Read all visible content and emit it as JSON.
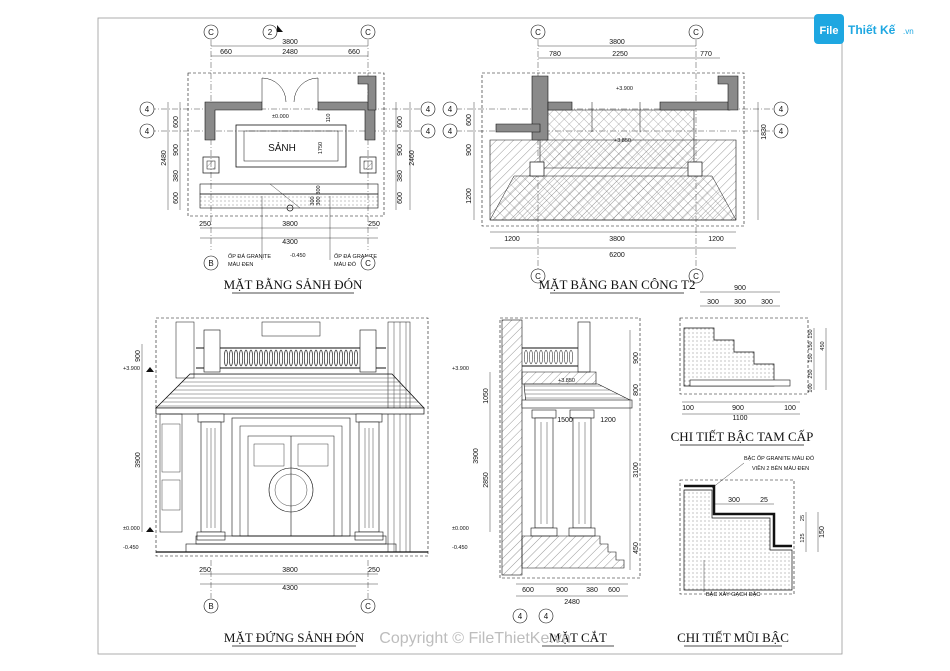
{
  "watermark": {
    "brand_a": "File",
    "brand_b": "Thiết Kế",
    "brand_c": ".vn",
    "copyright": "Copyright © FileThietKe.vn"
  },
  "colors": {
    "wall": "#8a8a8a",
    "line": "#111111",
    "accent": "#1ea7e1",
    "hatch": "#555555"
  },
  "titles": {
    "plan_lobby": "MẶT BẰNG SẢNH ĐÓN",
    "plan_balcony": "MẶT BẰNG BAN CÔNG T2",
    "elev_lobby": "MẶT ĐỨNG SẢNH ĐÓN",
    "section": "MẶT CẮT",
    "step_detail": "CHI TIẾT BẬC TAM CẤP",
    "nosing_detail": "CHI TIẾT MŨI BẬC"
  },
  "grid": {
    "c": "C",
    "two": "2",
    "four": "4",
    "b": "B"
  },
  "plan1": {
    "room": "SẢNH",
    "top": [
      "3800",
      "660",
      "2480",
      "660"
    ],
    "left": [
      "600",
      "900",
      "2480",
      "380",
      "600"
    ],
    "right": [
      "600",
      "900",
      "2460",
      "380",
      "600"
    ],
    "bottom": [
      "250",
      "3800",
      "250",
      "4300"
    ],
    "inner": [
      "1750",
      "110",
      "300",
      "300",
      "300"
    ],
    "lvl0": "±0.000",
    "lvlm": "-0.450",
    "note_a1": "ỐP ĐÁ GRANITE",
    "note_a2": "MÀU ĐEN",
    "note_b1": "ỐP ĐÁ GRANITE",
    "note_b2": "MÀU ĐỎ"
  },
  "plan2": {
    "top": [
      "3800",
      "780",
      "2250",
      "770"
    ],
    "left": [
      "600",
      "900",
      "1200"
    ],
    "right": [
      "1830"
    ],
    "bottom": [
      "1200",
      "3800",
      "1200",
      "6200"
    ],
    "lvl_a": "+3.900",
    "lvl_b": "+3.850"
  },
  "elev": {
    "left": [
      "900",
      "3900"
    ],
    "lvl_top": "+3.900",
    "lvl0": "±0.000",
    "lvlm": "-0.450",
    "bottom": [
      "250",
      "3800",
      "250",
      "4300"
    ]
  },
  "sect": {
    "lvl_top": "+3.900",
    "lvl_mid": "+3.850",
    "lvl0": "±0.000",
    "lvlm": "-0.450",
    "left": [
      "1050",
      "3900",
      "2850"
    ],
    "right": [
      "900",
      "800",
      "3100",
      "450"
    ],
    "inner": [
      "1500",
      "1200"
    ],
    "bottom": [
      "600",
      "900",
      "380",
      "600",
      "2480"
    ]
  },
  "steps": {
    "top": [
      "900",
      "300",
      "300",
      "300"
    ],
    "right": [
      "150",
      "150",
      "150",
      "450",
      "250",
      "100"
    ],
    "bottom": [
      "100",
      "900",
      "100",
      "1100"
    ]
  },
  "nosing": {
    "note1": "BẬC ỐP GRANITE MÀU ĐỎ",
    "note2": "VIỀN 2 BÊN MÀU ĐEN",
    "note3": "BẬC XÂY GẠCH ĐẶC",
    "dims": [
      "300",
      "25",
      "25",
      "125",
      "150"
    ]
  }
}
